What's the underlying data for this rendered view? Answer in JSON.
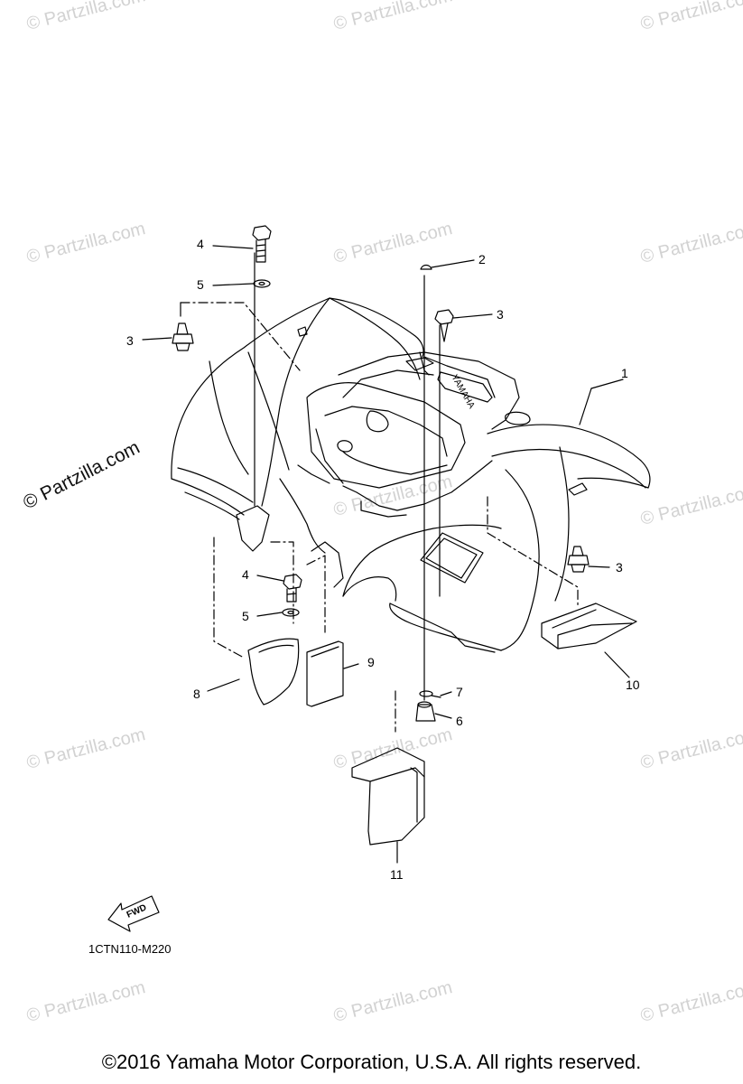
{
  "watermark": {
    "text": "© Partzilla.com",
    "dark_text": "© Partzilla.com"
  },
  "callouts": [
    {
      "id": "1",
      "label": "1"
    },
    {
      "id": "2",
      "label": "2"
    },
    {
      "id": "3a",
      "label": "3"
    },
    {
      "id": "3b",
      "label": "3"
    },
    {
      "id": "3c",
      "label": "3"
    },
    {
      "id": "4a",
      "label": "4"
    },
    {
      "id": "4b",
      "label": "4"
    },
    {
      "id": "5a",
      "label": "5"
    },
    {
      "id": "5b",
      "label": "5"
    },
    {
      "id": "6",
      "label": "6"
    },
    {
      "id": "7",
      "label": "7"
    },
    {
      "id": "8",
      "label": "8"
    },
    {
      "id": "9",
      "label": "9"
    },
    {
      "id": "10",
      "label": "10"
    },
    {
      "id": "11",
      "label": "11"
    }
  ],
  "fender_emboss": "YAMAHA",
  "fwd_label": "FWD",
  "diagram_code": "1CTN110-M220",
  "copyright": "©2016  Yamaha Motor Corporation, U.S.A. All rights reserved.",
  "colors": {
    "line": "#000000",
    "watermark": "#d2d2d2",
    "background": "#ffffff"
  }
}
